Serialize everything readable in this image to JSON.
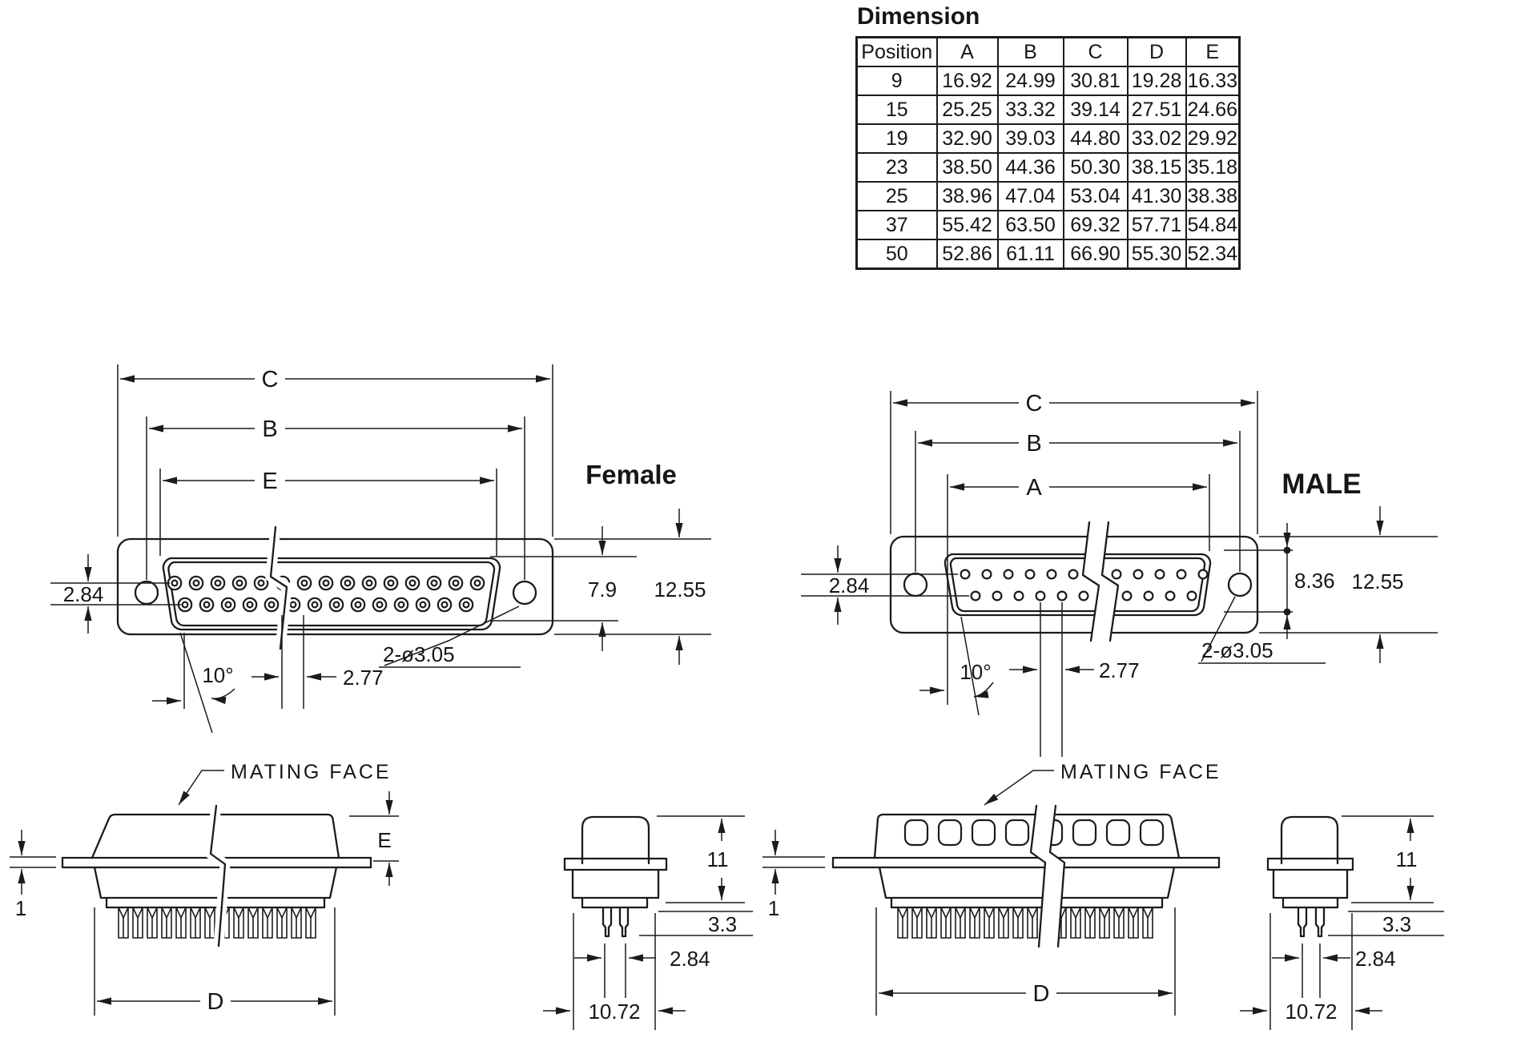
{
  "table": {
    "title": "Dimension",
    "headers": [
      "Position",
      "A",
      "B",
      "C",
      "D",
      "E"
    ],
    "rows": [
      [
        "9",
        "16.92",
        "24.99",
        "30.81",
        "19.28",
        "16.33"
      ],
      [
        "15",
        "25.25",
        "33.32",
        "39.14",
        "27.51",
        "24.66"
      ],
      [
        "19",
        "32.90",
        "39.03",
        "44.80",
        "33.02",
        "29.92"
      ],
      [
        "23",
        "38.50",
        "44.36",
        "50.30",
        "38.15",
        "35.18"
      ],
      [
        "25",
        "38.96",
        "47.04",
        "53.04",
        "41.30",
        "38.38"
      ],
      [
        "37",
        "55.42",
        "63.50",
        "69.32",
        "57.71",
        "54.84"
      ],
      [
        "50",
        "52.86",
        "61.11",
        "66.90",
        "55.30",
        "52.34"
      ]
    ]
  },
  "female_front": {
    "title": "Female",
    "dim_c": "C",
    "dim_b": "B",
    "dim_e": "E",
    "row_offset": "2.84",
    "insert_height": "7.9",
    "shell_height": "12.55",
    "holes": "2-ø3.05",
    "draft_angle": "10°",
    "pitch": "2.77"
  },
  "male_front": {
    "title": "MALE",
    "dim_c": "C",
    "dim_b": "B",
    "dim_a": "A",
    "row_offset": "2.84",
    "contact_span": "8.36",
    "shell_height": "12.55",
    "holes": "2-ø3.05",
    "draft_angle": "10°",
    "pitch": "2.77"
  },
  "female_side": {
    "callout": "MATING FACE",
    "dim_e": "E",
    "flange_thickness": "1",
    "dim_d": "D"
  },
  "female_end": {
    "height": "11",
    "tail": "3.3",
    "pin_pitch": "2.84",
    "width": "10.72"
  },
  "male_side": {
    "callout": "MATING FACE",
    "flange_thickness": "1",
    "dim_d": "D"
  },
  "male_end": {
    "height": "11",
    "tail": "3.3",
    "pin_pitch": "2.84",
    "width": "10.72"
  }
}
